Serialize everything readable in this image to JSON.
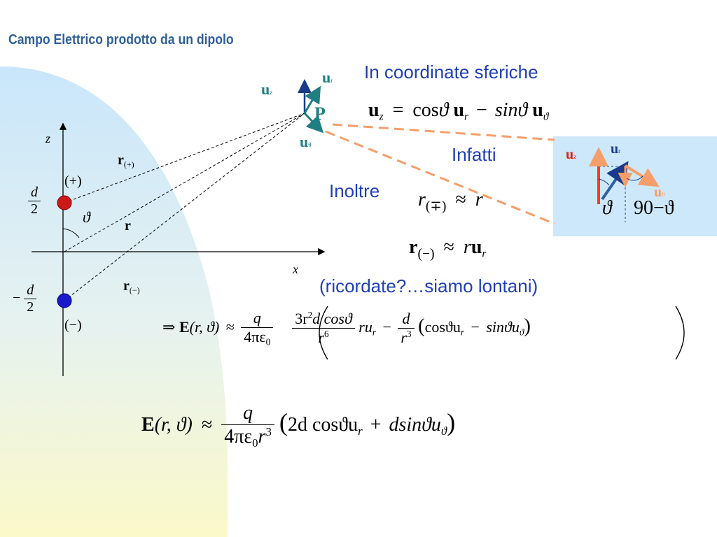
{
  "slide": {
    "title": "Campo Elettrico prodotto da un dipolo"
  },
  "texts": {
    "coords_heading": "In coordinate sferiche",
    "infatti": "Infatti",
    "inoltre": "Inoltre",
    "ricordate": "(ricordate?…siamo lontani)"
  },
  "diagram": {
    "axis_z": "z",
    "axis_x": "x",
    "plus_charge": "(+)",
    "minus_charge": "(−)",
    "r_plus_main": "r",
    "r_plus_sub": "(+)",
    "r_main": "r",
    "r_minus_main": "r",
    "r_minus_sub": "(−)",
    "theta": "ϑ",
    "d": "d",
    "two": "2",
    "minus": "−",
    "point": "P",
    "u_main": "u",
    "u_r_sub": "r",
    "u_z_sub": "z",
    "u_theta_sub": "θ"
  },
  "inset": {
    "theta": "ϑ",
    "ninety_minus_theta": "90−ϑ",
    "u_main": "u",
    "u_z_sub": "z",
    "u_r_sub": "r",
    "u_theta_sub": "θ"
  },
  "equations": {
    "uz": {
      "lhs": "u",
      "lhs_sub": "z",
      "eq": "=",
      "cos": "cos",
      "theta": "ϑ",
      "u": "u",
      "r": "r",
      "minus": "−",
      "sin": "sin",
      "theta_sub": "ϑ"
    },
    "rpm": {
      "r": "r",
      "sub": "(∓)",
      "approx": "≈",
      "rhs": "r"
    },
    "rminus": {
      "r": "r",
      "sub": "(−)",
      "approx": "≈",
      "rhs_r": "r",
      "u": "u",
      "u_sub": "r"
    },
    "efield1": {
      "implies": "⇒",
      "E": "E",
      "args": "(r, ϑ)",
      "approx": "≈",
      "q": "q",
      "den": "4πε",
      "den_sub": "0",
      "t1_num": "3r",
      "t1_num_sup": "2",
      "t1_num_rest": "d cosϑ",
      "t1_den": "r",
      "t1_den_sup": "6",
      "t1_tail": "ru",
      "t1_tail_sub": "r",
      "minus": "−",
      "t2_num": "d",
      "t2_den": "r",
      "t2_den_sup": "3",
      "t2_body": "cosϑu",
      "t2_body_sub": "r",
      "t2_minus": "−",
      "t2_sin": "sinϑu",
      "t2_sin_sub": "ϑ"
    },
    "efield2": {
      "E": "E",
      "args": "(r, ϑ)",
      "approx": "≈",
      "q": "q",
      "den": "4πε",
      "den_sub": "0",
      "den_r": "r",
      "den_r_sup": "3",
      "body1": "2d cosϑu",
      "body1_sub": "r",
      "plus": "+",
      "body2": "dsinϑu",
      "body2_sub": "ϑ"
    }
  },
  "colors": {
    "background_gradient_top": "#c9e6fb",
    "background_gradient_bottom": "#fbf9c9",
    "title": "#2f5f9a",
    "blue_text": "#1f3fb8",
    "teal_vectors": "#1e7f83",
    "orange_dashed": "#f59e6a",
    "inset_background": "#cde8fb",
    "red_charge": "#cc1a1a",
    "blue_charge": "#1a1acc"
  }
}
